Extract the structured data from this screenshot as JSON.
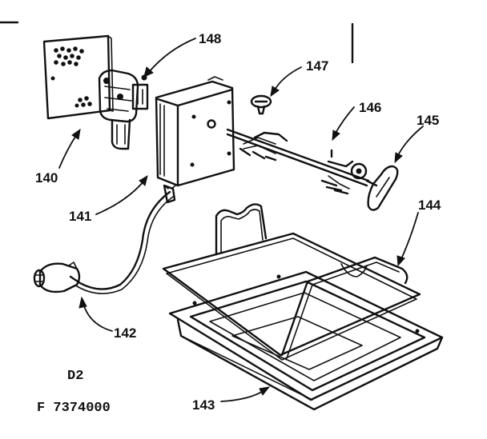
{
  "diagram": {
    "sheet_code": "D2",
    "figure_number": "F 7374000",
    "parts": [
      {
        "number": "140"
      },
      {
        "number": "141"
      },
      {
        "number": "142"
      },
      {
        "number": "143"
      },
      {
        "number": "144"
      },
      {
        "number": "145"
      },
      {
        "number": "146"
      },
      {
        "number": "147"
      },
      {
        "number": "148"
      }
    ]
  }
}
